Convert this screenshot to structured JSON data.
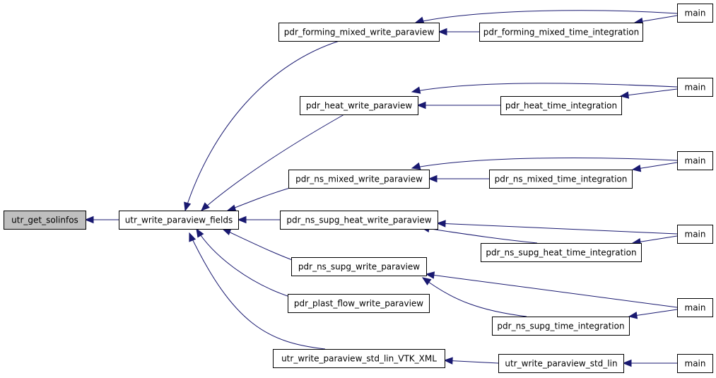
{
  "graph": {
    "root": "utr_get_solinfos",
    "nodes": [
      {
        "id": "n0",
        "label": "utr_get_solinfos"
      },
      {
        "id": "n1",
        "label": "utr_write_paraview_fields"
      },
      {
        "id": "n2",
        "label": "pdr_forming_mixed_write_paraview"
      },
      {
        "id": "n3",
        "label": "pdr_forming_mixed_time_integration"
      },
      {
        "id": "n4",
        "label": "main"
      },
      {
        "id": "n5",
        "label": "pdr_heat_write_paraview"
      },
      {
        "id": "n6",
        "label": "pdr_heat_time_integration"
      },
      {
        "id": "n7",
        "label": "main"
      },
      {
        "id": "n8",
        "label": "pdr_ns_mixed_write_paraview"
      },
      {
        "id": "n9",
        "label": "pdr_ns_mixed_time_integration"
      },
      {
        "id": "n10",
        "label": "main"
      },
      {
        "id": "n11",
        "label": "pdr_ns_supg_heat_write_paraview"
      },
      {
        "id": "n12",
        "label": "pdr_ns_supg_heat_time_integration"
      },
      {
        "id": "n13",
        "label": "main"
      },
      {
        "id": "n14",
        "label": "pdr_ns_supg_write_paraview"
      },
      {
        "id": "n15",
        "label": "pdr_ns_supg_time_integration"
      },
      {
        "id": "n16",
        "label": "main"
      },
      {
        "id": "n17",
        "label": "pdr_plast_flow_write_paraview"
      },
      {
        "id": "n18",
        "label": "utr_write_paraview_std_lin_VTK_XML"
      },
      {
        "id": "n19",
        "label": "utr_write_paraview_std_lin"
      },
      {
        "id": "n20",
        "label": "main"
      }
    ],
    "edges": [
      {
        "from": "n1",
        "to": "n0"
      },
      {
        "from": "n2",
        "to": "n1"
      },
      {
        "from": "n5",
        "to": "n1"
      },
      {
        "from": "n8",
        "to": "n1"
      },
      {
        "from": "n11",
        "to": "n1"
      },
      {
        "from": "n14",
        "to": "n1"
      },
      {
        "from": "n17",
        "to": "n1"
      },
      {
        "from": "n18",
        "to": "n1"
      },
      {
        "from": "n3",
        "to": "n2"
      },
      {
        "from": "n4",
        "to": "n2"
      },
      {
        "from": "n4",
        "to": "n3"
      },
      {
        "from": "n6",
        "to": "n5"
      },
      {
        "from": "n7",
        "to": "n5"
      },
      {
        "from": "n7",
        "to": "n6"
      },
      {
        "from": "n9",
        "to": "n8"
      },
      {
        "from": "n10",
        "to": "n8"
      },
      {
        "from": "n10",
        "to": "n9"
      },
      {
        "from": "n12",
        "to": "n11"
      },
      {
        "from": "n13",
        "to": "n11"
      },
      {
        "from": "n13",
        "to": "n12"
      },
      {
        "from": "n15",
        "to": "n14"
      },
      {
        "from": "n16",
        "to": "n14"
      },
      {
        "from": "n16",
        "to": "n15"
      },
      {
        "from": "n19",
        "to": "n18"
      },
      {
        "from": "n20",
        "to": "n19"
      }
    ]
  },
  "colors": {
    "edge": "#191970",
    "root_fill": "#bfbfbf",
    "node_fill": "#ffffff",
    "node_border": "#000000"
  }
}
